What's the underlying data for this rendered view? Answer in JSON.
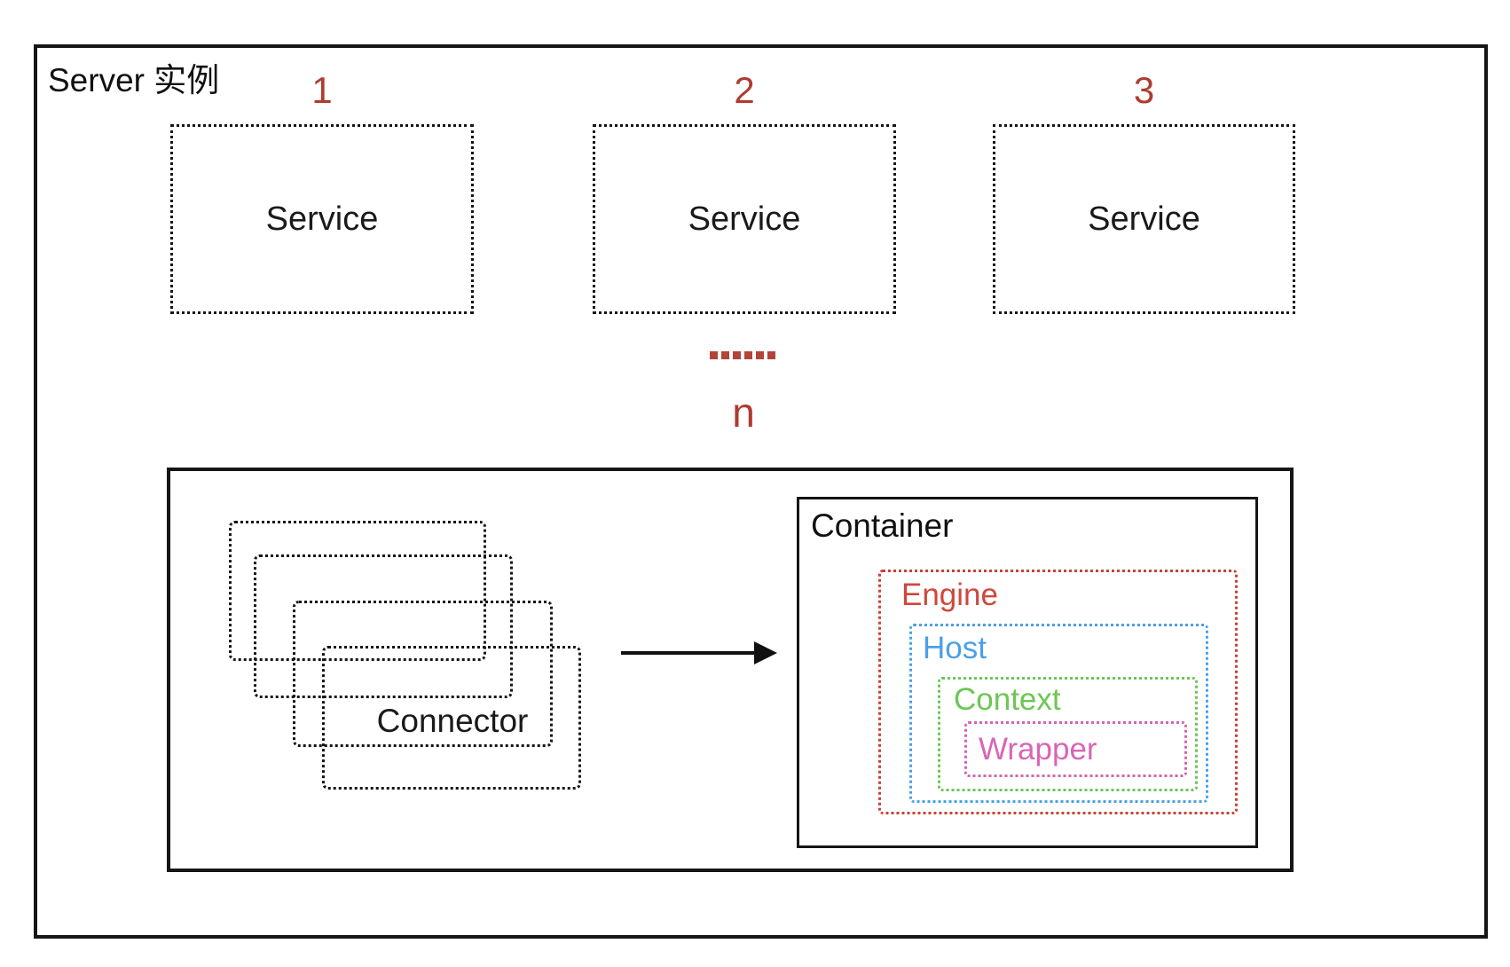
{
  "diagram": {
    "server": {
      "label": "Server 实例"
    },
    "services": [
      {
        "number": "1",
        "label": "Service"
      },
      {
        "number": "2",
        "label": "Service"
      },
      {
        "number": "3",
        "label": "Service"
      }
    ],
    "ellipsis": "......",
    "nth_label": "n",
    "connector": {
      "label": "Connector",
      "stacked_box_count": 4
    },
    "container": {
      "label": "Container",
      "layers": [
        {
          "name": "Engine",
          "color": "#d0473c"
        },
        {
          "name": "Host",
          "color": "#4aa0e8"
        },
        {
          "name": "Context",
          "color": "#6cc653"
        },
        {
          "name": "Wrapper",
          "color": "#d966b4"
        }
      ]
    },
    "colors": {
      "accent_red": "#ae3c2f",
      "line_black": "#151515",
      "background": "#ffffff"
    }
  }
}
